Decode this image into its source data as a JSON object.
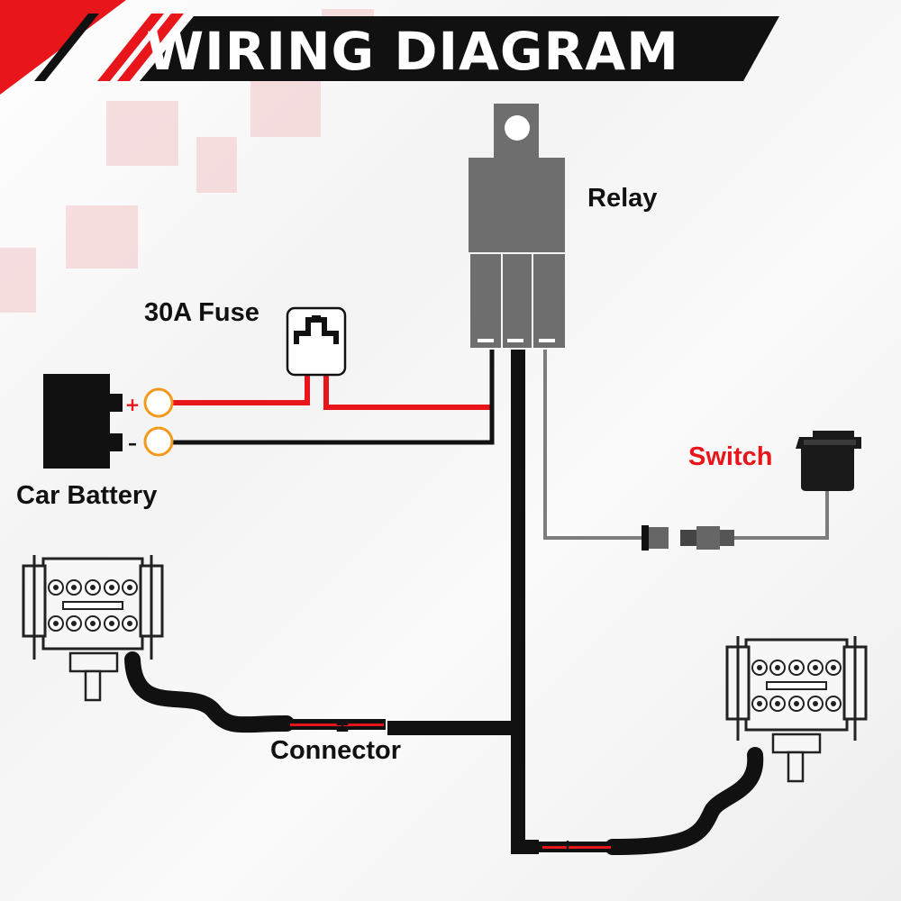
{
  "title": "WIRING DIAGRAM",
  "labels": {
    "relay": "Relay",
    "fuse": "30A Fuse",
    "battery": "Car Battery",
    "switch": "Switch",
    "connector": "Connector"
  },
  "terminals": {
    "positive": "+",
    "negative": "–"
  },
  "connector_marks": {
    "left": "±",
    "right": "±"
  },
  "colors": {
    "title_bar": "#111111",
    "accent": "#e8151b",
    "wire_positive": "#e8151b",
    "wire_negative": "#111111",
    "wire_signal": "#7d7d7d",
    "terminal_ring": "#f39a1e",
    "relay_body": "#6e6e6e",
    "switch_label": "#e8151b"
  }
}
